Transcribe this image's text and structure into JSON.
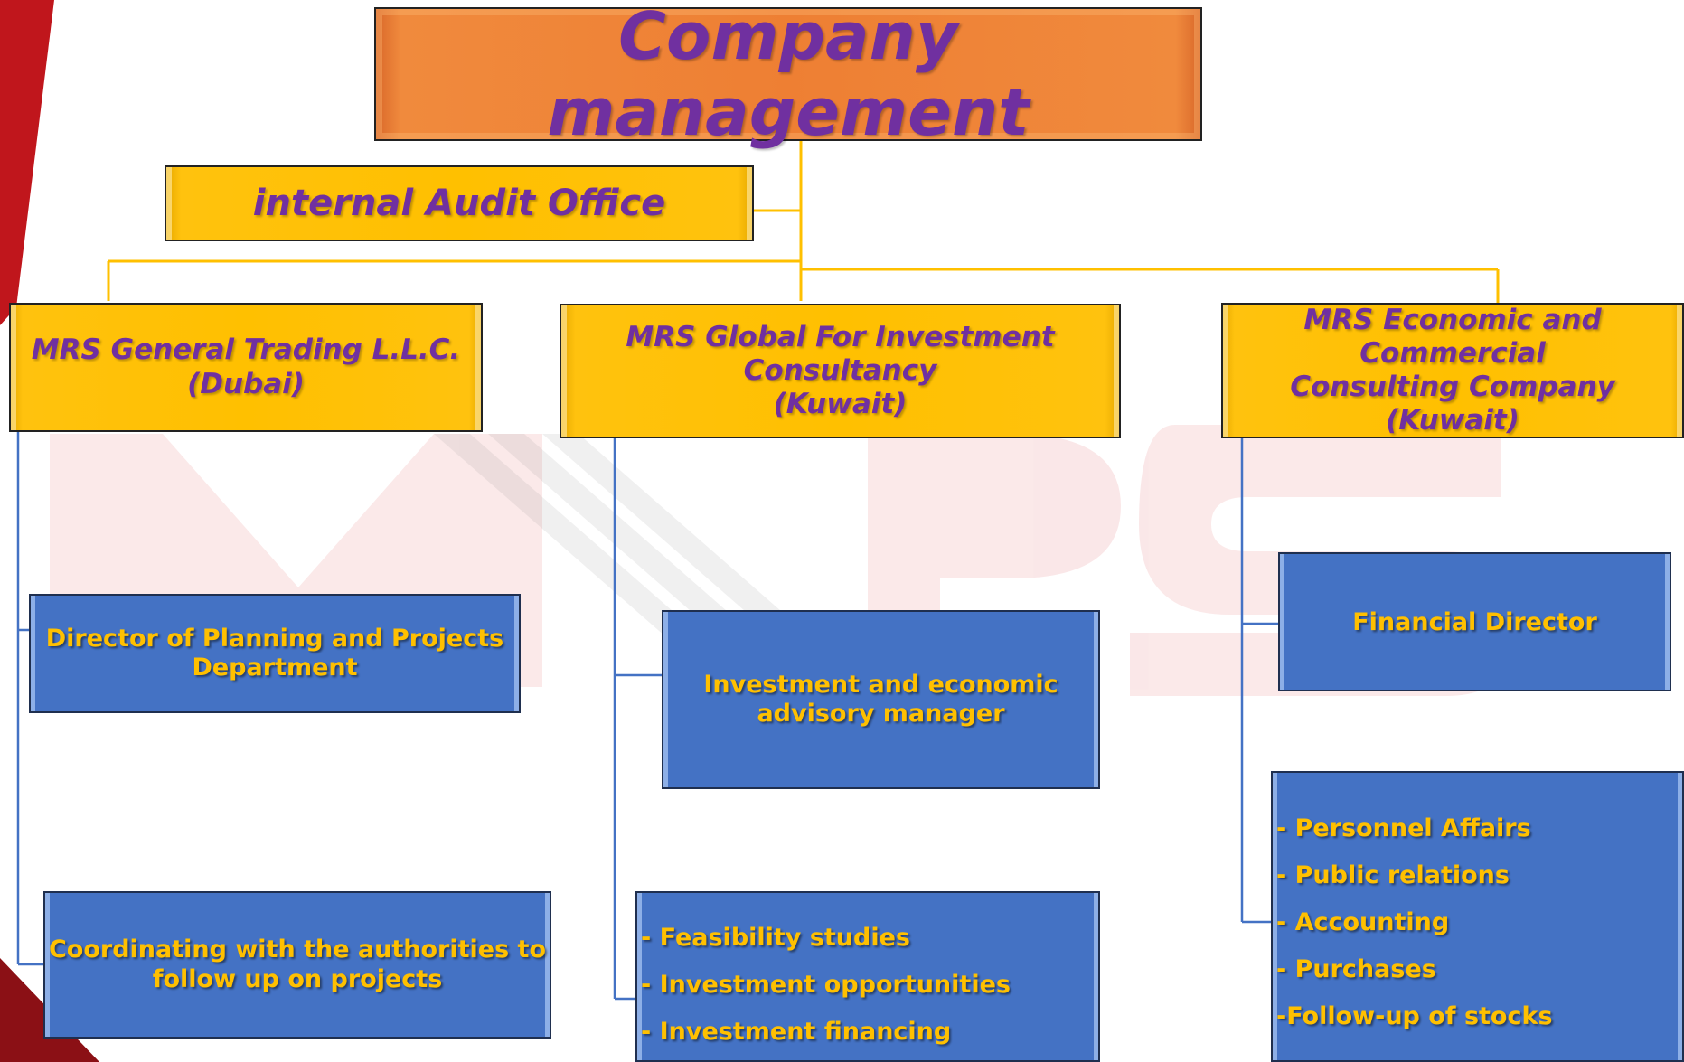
{
  "header": {
    "title": "Company management"
  },
  "audit": {
    "label": "internal Audit Office"
  },
  "companies": [
    {
      "line1": "MRS General Trading L.L.C.",
      "line2": "(Dubai)"
    },
    {
      "line1": "MRS Global For Investment",
      "line2": "Consultancy",
      "line3": "(Kuwait)"
    },
    {
      "line1": "MRS Economic and Commercial",
      "line2": "Consulting Company",
      "line3": "(Kuwait)"
    }
  ],
  "dubai": {
    "planning": {
      "line1": "Director of Planning and Projects",
      "line2": "Department"
    },
    "coordinating": {
      "line1": "Coordinating with the authorities to",
      "line2": "follow up on projects"
    }
  },
  "global": {
    "manager": {
      "line1": "Investment and economic",
      "line2": "advisory manager"
    },
    "items": [
      "- Feasibility studies",
      "-  Investment opportunities",
      "- Investment financing"
    ]
  },
  "economic": {
    "financial": {
      "label": "Financial Director"
    },
    "items": [
      "- Personnel Affairs",
      "- Public relations",
      "- Accounting",
      "- Purchases",
      "-Follow-up of stocks"
    ]
  },
  "colors": {
    "orange": "#ee7f33",
    "gold": "#ffc000",
    "blue": "#4472c4",
    "purple": "#7030a0",
    "gold_line": "#ffc000",
    "blue_line": "#4472c4",
    "red_accent": "#c0161c"
  }
}
